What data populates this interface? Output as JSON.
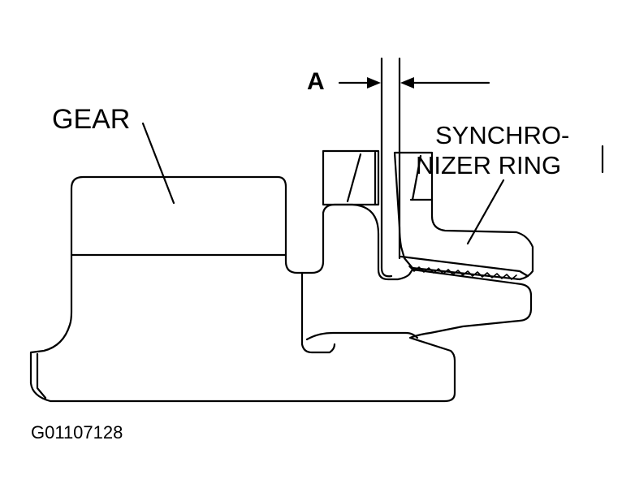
{
  "labels": {
    "gear": "GEAR",
    "synchronizer_line1": "SYNCHRO-",
    "synchronizer_line2": "NIZER RING",
    "dimension": "A",
    "figure_code": "G01107128"
  },
  "colors": {
    "line": "#000000",
    "background": "#ffffff"
  }
}
